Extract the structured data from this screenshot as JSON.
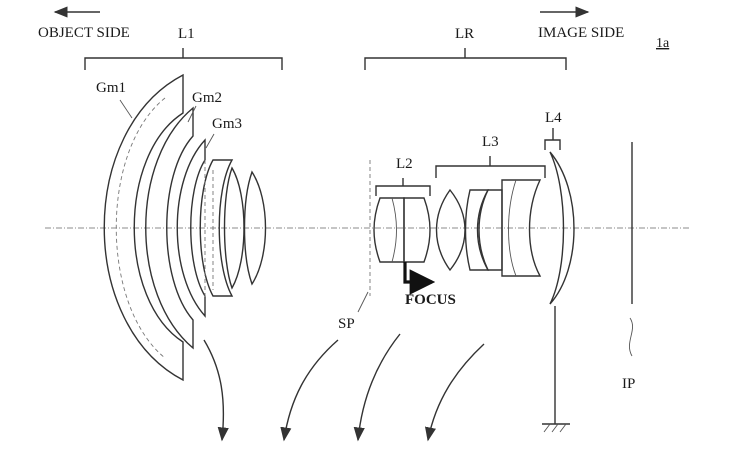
{
  "labels": {
    "object_side": "OBJECT SIDE",
    "image_side": "IMAGE SIDE",
    "figure_id": "1a",
    "l1": "L1",
    "lr": "LR",
    "gm1": "Gm1",
    "gm2": "Gm2",
    "gm3": "Gm3",
    "l2": "L2",
    "l3": "L3",
    "l4": "L4",
    "sp": "SP",
    "focus": "FOCUS",
    "ip": "IP"
  }
}
